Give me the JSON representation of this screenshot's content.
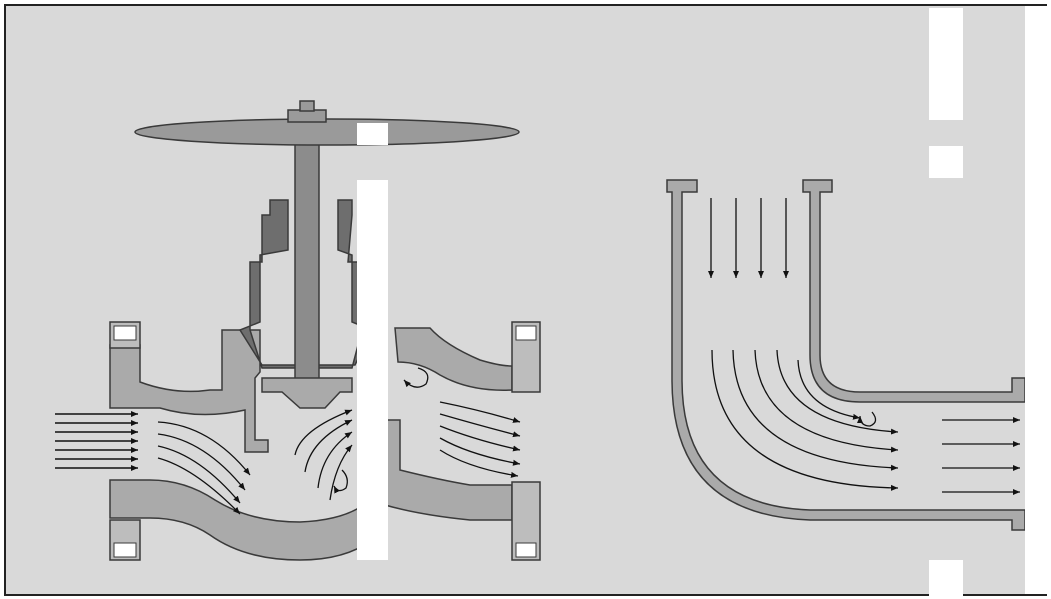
{
  "figure": {
    "panels": [
      {
        "id": "globe-valve",
        "components": [
          "handwheel",
          "stem",
          "bonnet",
          "gland",
          "disc",
          "body",
          "inlet-flange",
          "outlet-flange"
        ],
        "inlet_arrows": 7,
        "inlet_direction": "right",
        "recirculation_zones": 2
      },
      {
        "id": "pipe-elbow",
        "components": [
          "inlet-flange",
          "outer-wall",
          "inner-wall",
          "outlet-flange"
        ],
        "inlet_arrows": 4,
        "inlet_direction": "down",
        "outlet_arrows": 4,
        "outlet_direction": "right",
        "recirculation_zones": 1
      }
    ],
    "colors": {
      "background": "#d9d9d9",
      "metal_light": "#aaaaaa",
      "metal_dark": "#6e6e6e",
      "stem": "#8c8c8c",
      "outline": "#3a3a3a",
      "arrow": "#111111",
      "frame": "#222222",
      "mask": "#ffffff"
    }
  }
}
